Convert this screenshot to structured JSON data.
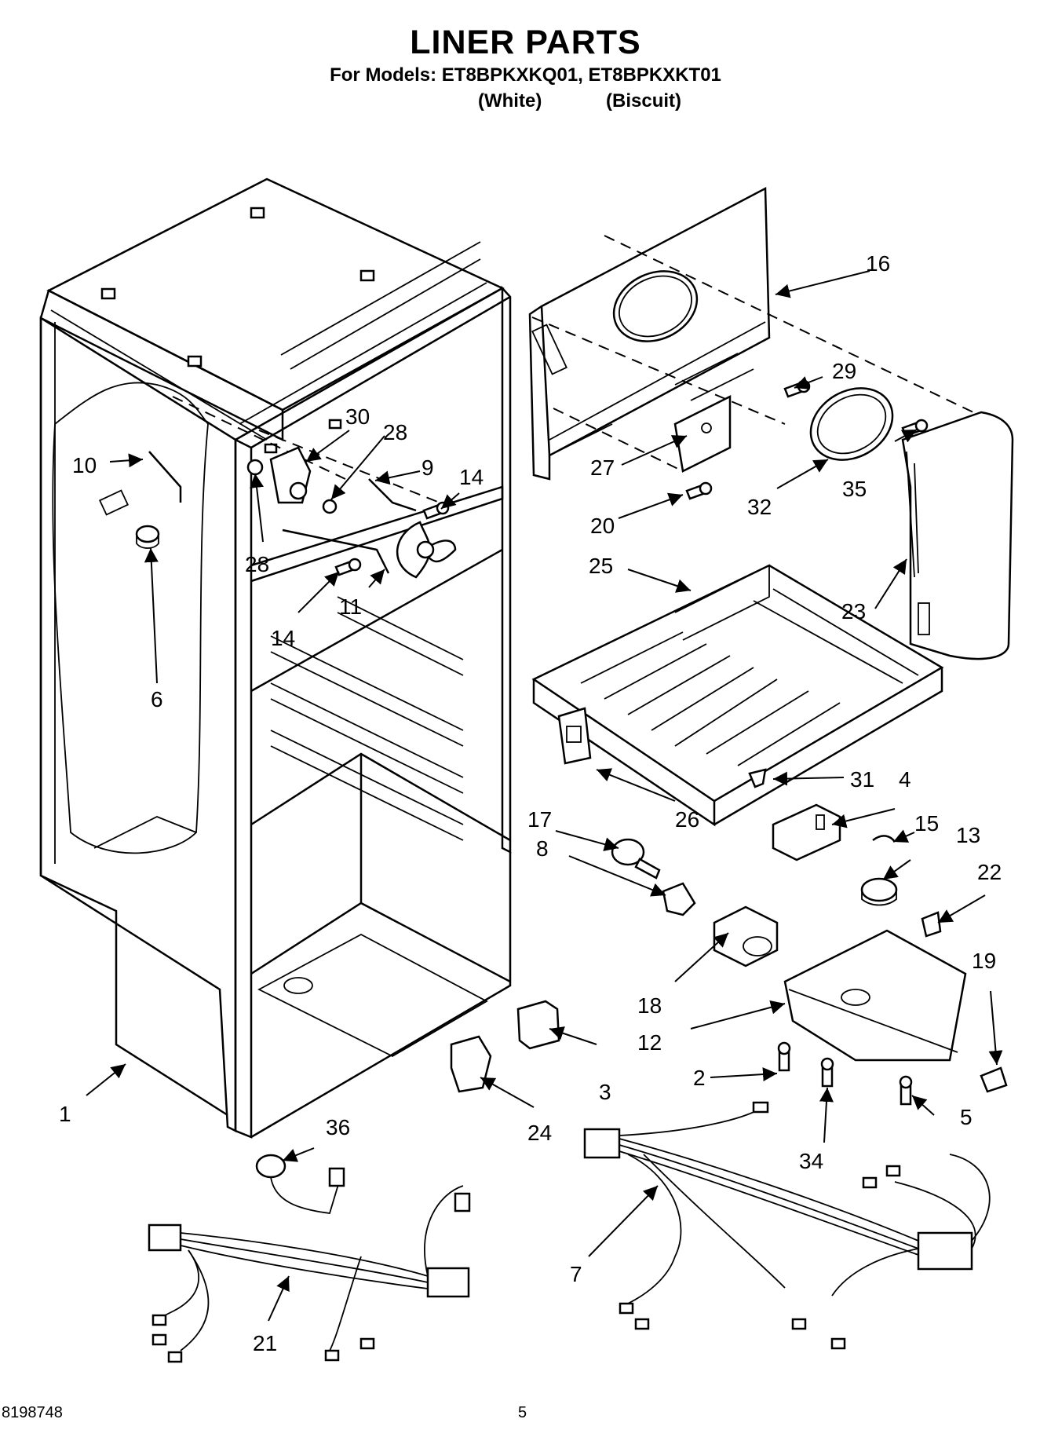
{
  "header": {
    "title": "LINER PARTS",
    "models_line": "For Models: ET8BPKXKQ01, ET8BPKXKT01",
    "variant_white": "(White)",
    "variant_biscuit": "(Biscuit)"
  },
  "footer": {
    "doc_number": "8198748",
    "page_number": "5"
  },
  "callouts": {
    "c1": "1",
    "c2": "2",
    "c3": "3",
    "c4": "4",
    "c5": "5",
    "c6": "6",
    "c7": "7",
    "c8": "8",
    "c9": "9",
    "c10": "10",
    "c11": "11",
    "c12": "12",
    "c13": "13",
    "c14a": "14",
    "c14b": "14",
    "c15": "15",
    "c16": "16",
    "c17": "17",
    "c18": "18",
    "c19": "19",
    "c20": "20",
    "c21": "21",
    "c22": "22",
    "c23": "23",
    "c24": "24",
    "c25": "25",
    "c26": "26",
    "c27": "27",
    "c28a": "28",
    "c28b": "28",
    "c29": "29",
    "c30": "30",
    "c31": "31",
    "c32": "32",
    "c34": "34",
    "c35": "35",
    "c36": "36"
  }
}
